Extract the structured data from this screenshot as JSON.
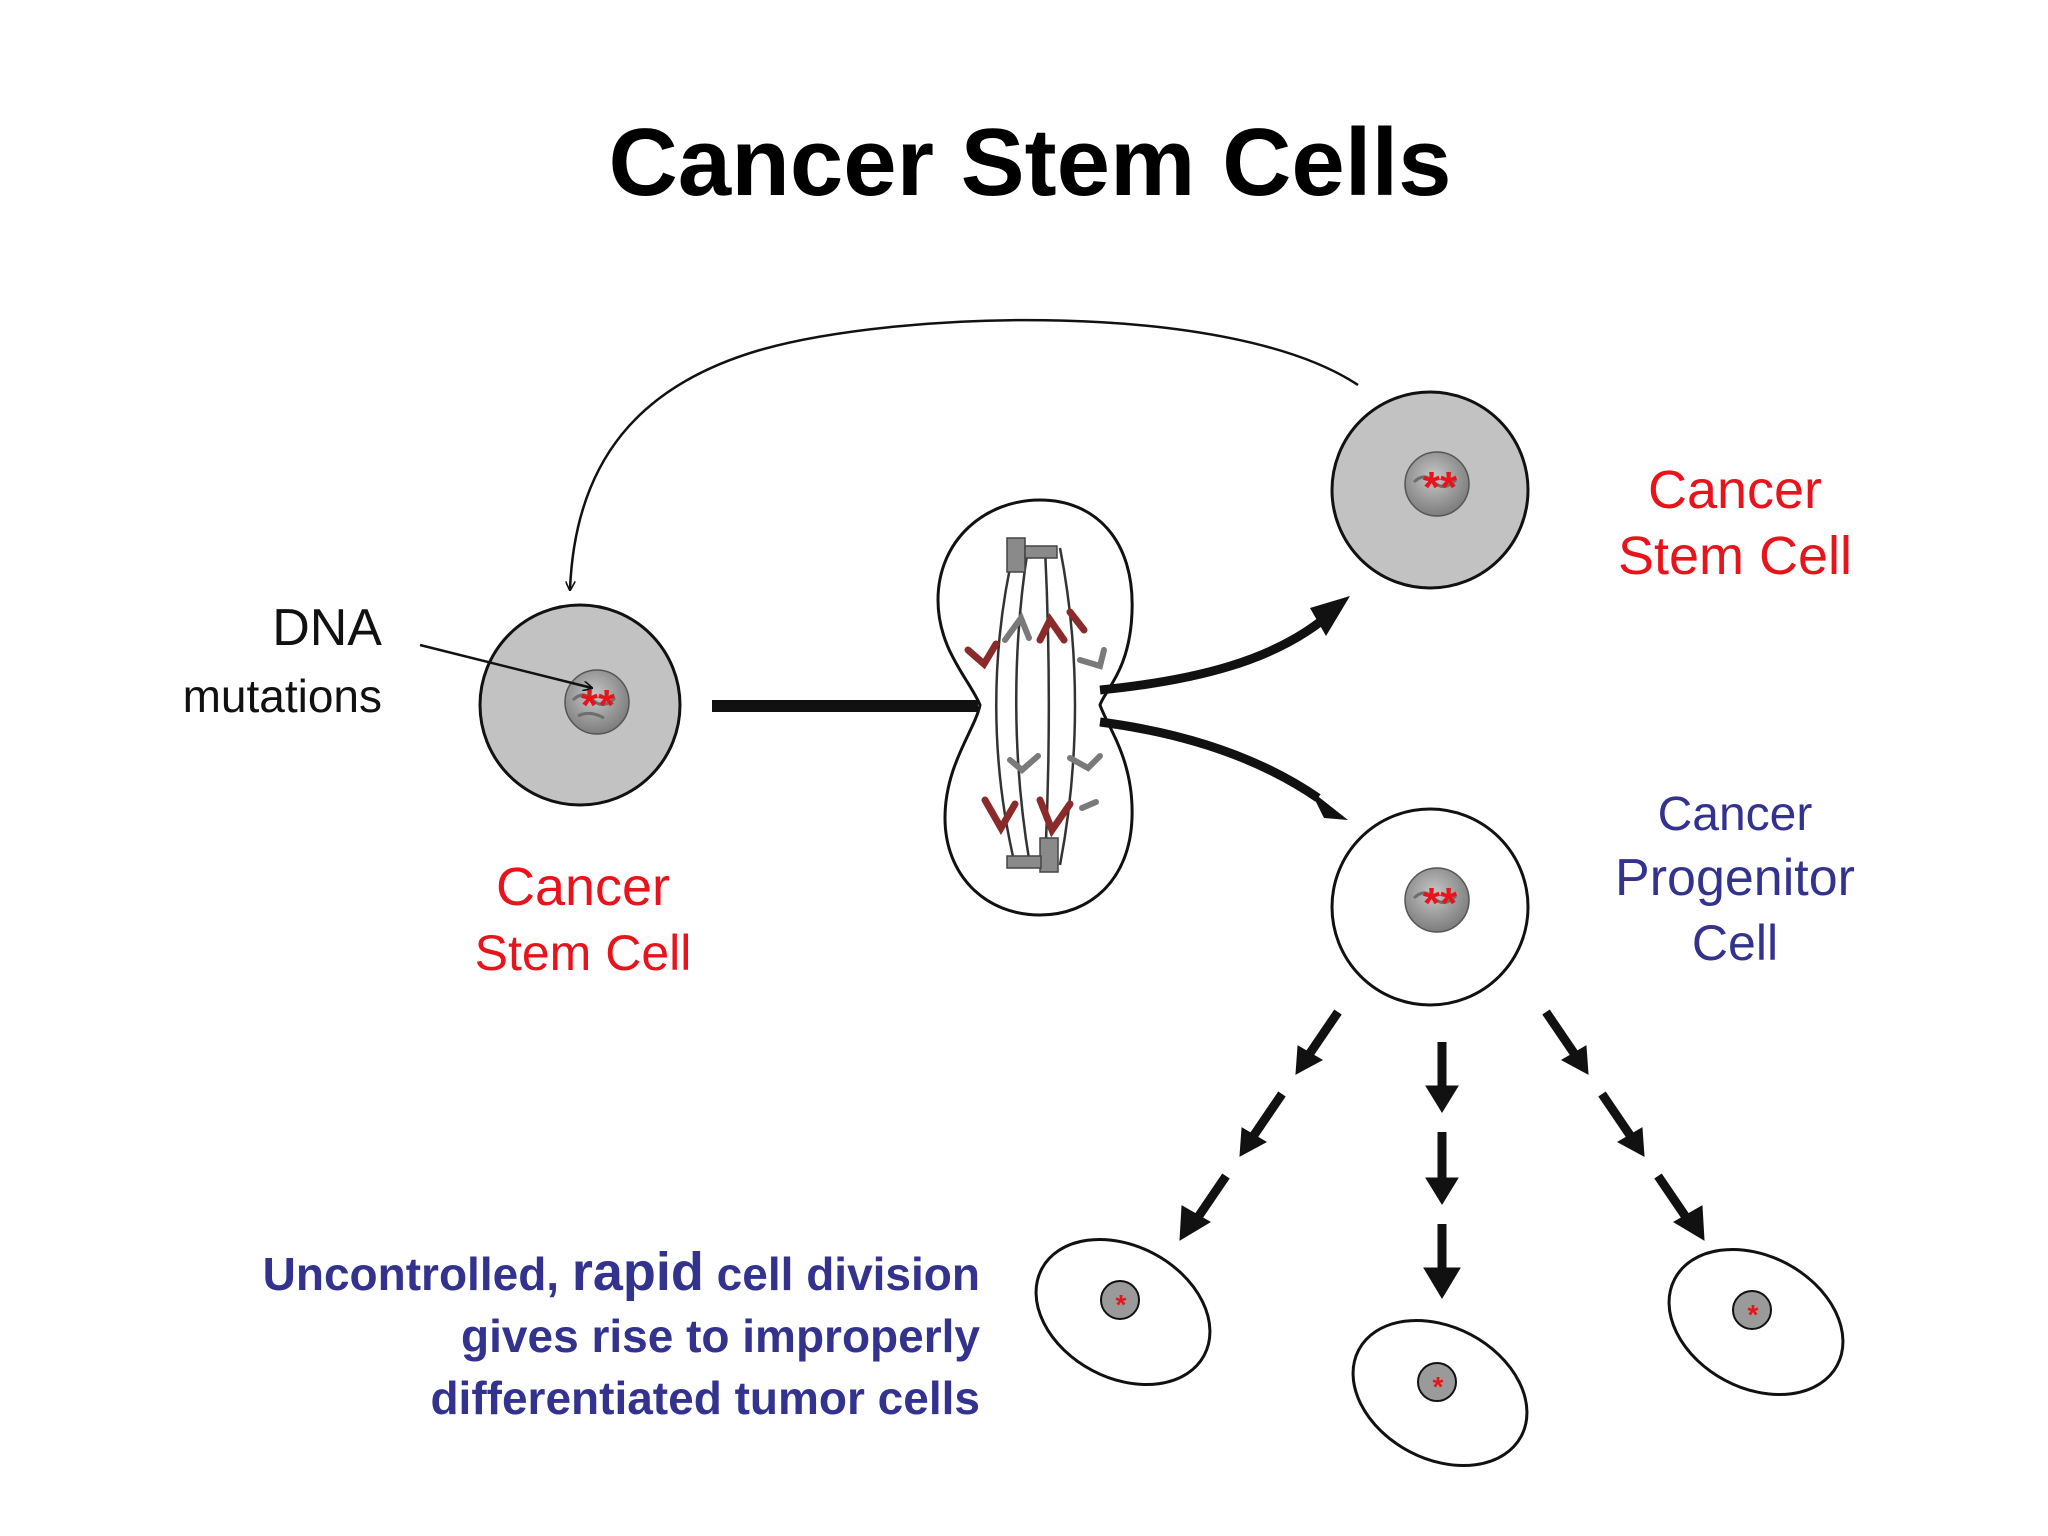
{
  "title": "Cancer Stem Cells",
  "labels": {
    "dna_line1": "DNA",
    "dna_line2": "mutations",
    "parent_cell_line1": "Cancer",
    "parent_cell_line2": "Stem Cell",
    "daughter_stem_line1": "Cancer",
    "daughter_stem_line2": "Stem Cell",
    "progenitor_line1": "Cancer",
    "progenitor_line2": "Progenitor",
    "progenitor_line3": "Cell"
  },
  "caption": {
    "line1_part1": "Uncontrolled, ",
    "line1_part2": "rapid",
    "line1_part3": " cell division",
    "line2": "gives rise to improperly",
    "line3": "differentiated tumor cells"
  },
  "mutation_marks": {
    "pair": "**",
    "single": "*"
  },
  "colors": {
    "title": "#000000",
    "stem_label": "#e8141c",
    "progenitor_label": "#33338f",
    "caption": "#33338f",
    "cell_fill": "#c2c2c2",
    "nucleus_fill": "#9a9a9a",
    "mutation": "#e8141c",
    "outline": "#111111",
    "chromosome": "#8b2a2a"
  }
}
